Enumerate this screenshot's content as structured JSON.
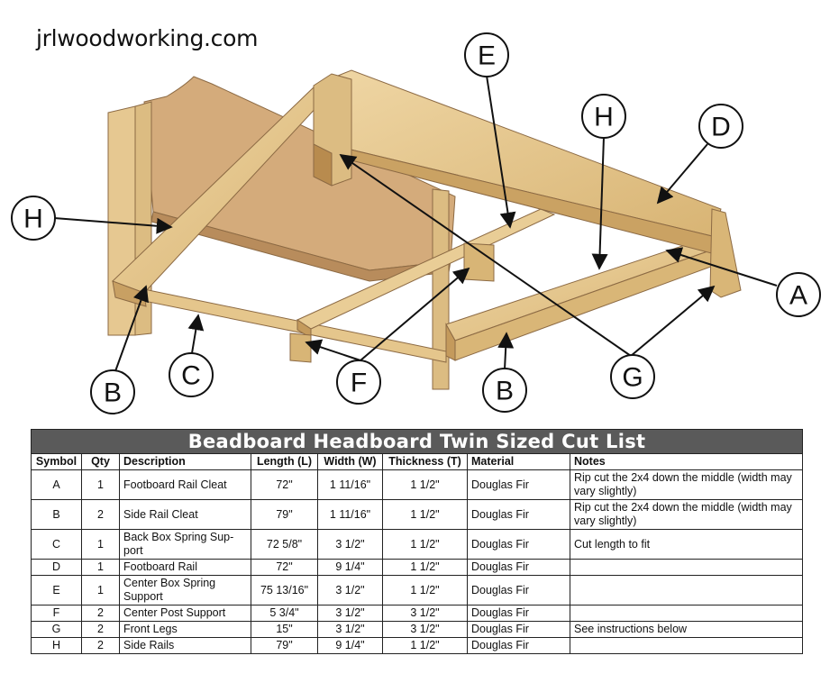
{
  "brand": "jrlwoodworking.com",
  "callouts": {
    "E": "E",
    "H_top": "H",
    "D": "D",
    "H_left": "H",
    "A": "A",
    "B_left": "B",
    "C": "C",
    "F": "F",
    "B_right": "B",
    "G": "G"
  },
  "table": {
    "title": "Beadboard Headboard Twin Sized Cut List",
    "headers": [
      "Symbol",
      "Qty",
      "Description",
      "Length (L)",
      "Width (W)",
      "Thickness (T)",
      "Material",
      "Notes"
    ],
    "rows": [
      {
        "symbol": "A",
        "qty": "1",
        "description": "Footboard Rail Cleat",
        "length": "72\"",
        "width": "1 11/16\"",
        "thickness": "1 1/2\"",
        "material": "Douglas Fir",
        "notes": "Rip cut the 2x4 down the middle (width may vary slightly)"
      },
      {
        "symbol": "B",
        "qty": "2",
        "description": "Side Rail Cleat",
        "length": "79\"",
        "width": "1 11/16\"",
        "thickness": "1 1/2\"",
        "material": "Douglas Fir",
        "notes": "Rip cut the 2x4 down the middle (width may vary slightly)"
      },
      {
        "symbol": "C",
        "qty": "1",
        "description": "Back Box Spring Sup-port",
        "length": "72 5/8\"",
        "width": "3 1/2\"",
        "thickness": "1 1/2\"",
        "material": "Douglas Fir",
        "notes": "Cut length to fit"
      },
      {
        "symbol": "D",
        "qty": "1",
        "description": "Footboard Rail",
        "length": "72\"",
        "width": "9 1/4\"",
        "thickness": "1 1/2\"",
        "material": "Douglas Fir",
        "notes": ""
      },
      {
        "symbol": "E",
        "qty": "1",
        "description": "Center Box Spring Support",
        "length": "75 13/16\"",
        "width": "3 1/2\"",
        "thickness": "1 1/2\"",
        "material": "Douglas Fir",
        "notes": ""
      },
      {
        "symbol": "F",
        "qty": "2",
        "description": "Center Post Support",
        "length": "5 3/4\"",
        "width": "3 1/2\"",
        "thickness": "3 1/2\"",
        "material": "Douglas Fir",
        "notes": ""
      },
      {
        "symbol": "G",
        "qty": "2",
        "description": "Front Legs",
        "length": "15\"",
        "width": "3 1/2\"",
        "thickness": "3 1/2\"",
        "material": "Douglas Fir",
        "notes": "See instructions below"
      },
      {
        "symbol": "H",
        "qty": "2",
        "description": "Side Rails",
        "length": "79\"",
        "width": "9 1/4\"",
        "thickness": "1 1/2\"",
        "material": "Douglas Fir",
        "notes": ""
      }
    ]
  },
  "colors": {
    "wood_light": "#e9cf9c",
    "wood_mid": "#d9b878",
    "wood_dark": "#b98f4e",
    "panel": "#d6ad7e",
    "panel_dark": "#b98d5e",
    "table_title_bg": "#5a5a5a"
  }
}
